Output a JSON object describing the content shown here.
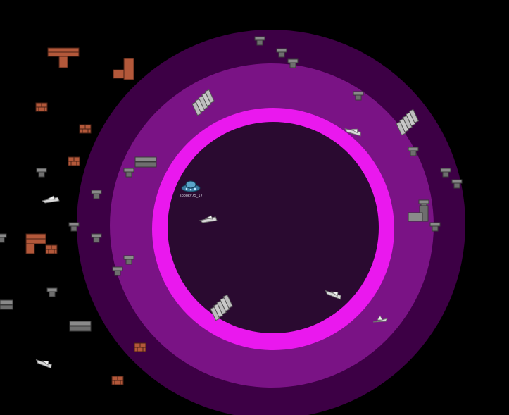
{
  "player": {
    "name": "spooky75_17",
    "sprite": "ufo-saucer"
  },
  "zones": {
    "outer_color": "#3d0045",
    "middle_color": "#7a1385",
    "ring_color": "#ea18ee",
    "core_color": "#2a0a30"
  },
  "entity_colors": {
    "brick": "#b3583a",
    "turret": "#8a8a8a",
    "ship": "#d8d8d8",
    "player_body": "#3b7aa0"
  },
  "entity_types": [
    "brick-wall",
    "gray-turret",
    "stair-barrier",
    "paper-ship",
    "player-ufo"
  ]
}
